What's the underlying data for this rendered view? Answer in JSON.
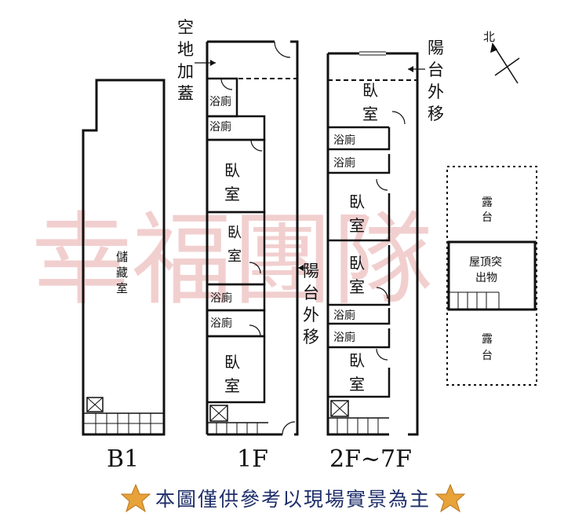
{
  "watermark": "幸福團隊",
  "floors": {
    "b1": "B1",
    "f1": "1F",
    "f2": "2F~7F"
  },
  "labels": {
    "annex_note": "空地加蓋",
    "balcony_move_1f": "陽台外移",
    "balcony_move_2f": "陽台外移",
    "north": "北",
    "storage": "儲藏室",
    "bath": "浴廁",
    "bedroom": "臥室",
    "terrace": "露台",
    "rooftop_structure": "屋頂突出物"
  },
  "disclaimer": "本圖僅供參考以現場實景為主",
  "colors": {
    "line": "#111111",
    "watermark": "#e9a9a9",
    "disclaimer": "#1f2f6a",
    "star": "#e8a23a"
  }
}
